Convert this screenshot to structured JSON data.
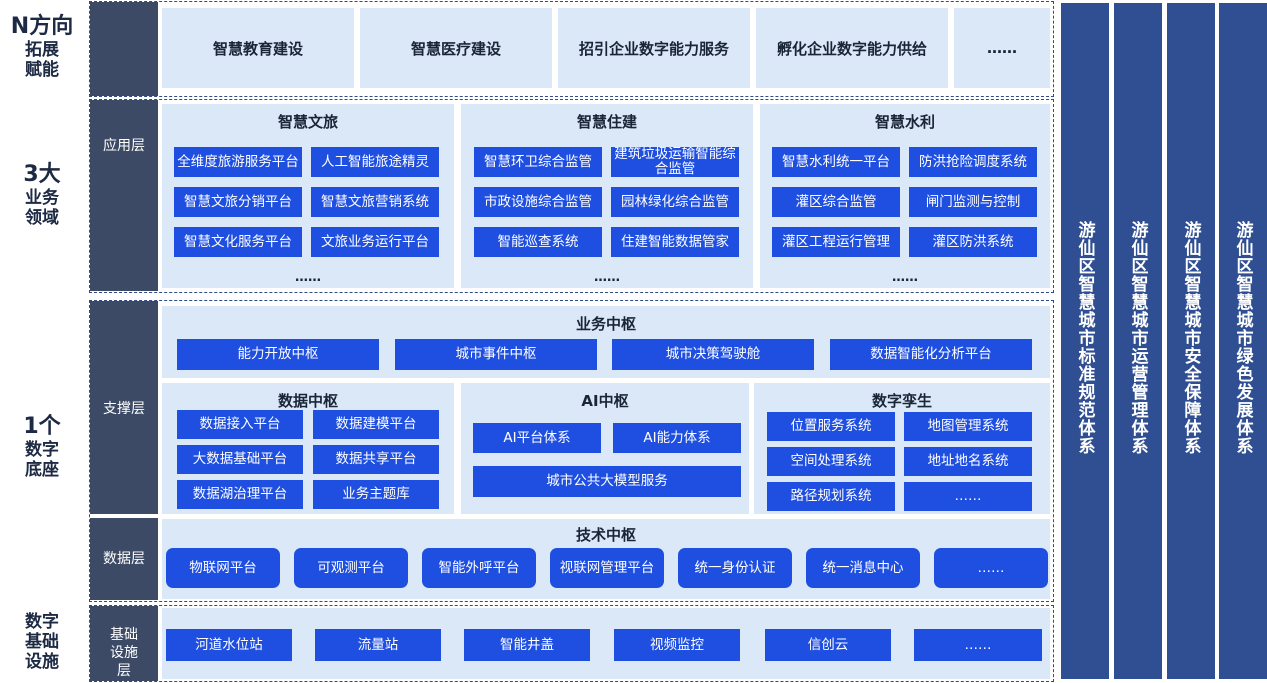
{
  "left_labels": {
    "n": [
      "N方向",
      "拓展",
      "赋能"
    ],
    "three": [
      "3大",
      "业务",
      "领域"
    ],
    "one": [
      "1个",
      "数字",
      "底座"
    ],
    "base": [
      "数字",
      "基础",
      "设施"
    ]
  },
  "layers": {
    "app": "应用层",
    "support": "支撑层",
    "data": "数据层",
    "infra": "基础设施层"
  },
  "top_cards": [
    "智慧教育建设",
    "智慧医疗建设",
    "招引企业数字能力服务",
    "孵化企业数字能力供给",
    "……"
  ],
  "app_sections": {
    "tourism": {
      "title": "智慧文旅",
      "items": [
        "全维度旅游服务平台",
        "人工智能旅途精灵",
        "智慧文旅分销平台",
        "智慧文旅营销系统",
        "智慧文化服务平台",
        "文旅业务运行平台"
      ],
      "more": "……"
    },
    "housing": {
      "title": "智慧住建",
      "items": [
        "智慧环卫综合监管",
        "建筑垃圾运输智能综合监管",
        "市政设施综合监管",
        "园林绿化综合监管",
        "智能巡查系统",
        "住建智能数据管家"
      ],
      "more": "……"
    },
    "water": {
      "title": "智慧水利",
      "items": [
        "智慧水利统一平台",
        "防洪抢险调度系统",
        "灌区综合监管",
        "闸门监测与控制",
        "灌区工程运行管理",
        "灌区防洪系统"
      ],
      "more": "……"
    }
  },
  "business_hub": {
    "title": "业务中枢",
    "items": [
      "能力开放中枢",
      "城市事件中枢",
      "城市决策驾驶舱",
      "数据智能化分析平台"
    ]
  },
  "data_hub": {
    "title": "数据中枢",
    "items": [
      "数据接入平台",
      "数据建模平台",
      "大数据基础平台",
      "数据共享平台",
      "数据湖治理平台",
      "业务主题库"
    ]
  },
  "ai_hub": {
    "title": "AI中枢",
    "items": [
      "AI平台体系",
      "AI能力体系",
      "城市公共大模型服务"
    ]
  },
  "twin": {
    "title": "数字孪生",
    "items": [
      "位置服务系统",
      "地图管理系统",
      "空间处理系统",
      "地址地名系统",
      "路径规划系统",
      "……"
    ]
  },
  "tech_hub": {
    "title": "技术中枢",
    "items": [
      "物联网平台",
      "可观测平台",
      "智能外呼平台",
      "视联网管理平台",
      "统一身份认证",
      "统一消息中心",
      "……"
    ]
  },
  "infra_items": [
    "河道水位站",
    "流量站",
    "智能井盖",
    "视频监控",
    "信创云",
    "……"
  ],
  "systems": [
    "游仙区智慧城市标准规范体系",
    "游仙区智慧城市运营管理体系",
    "游仙区智慧城市安全保障体系",
    "游仙区智慧城市绿色发展体系"
  ],
  "colors": {
    "button_blue": "#1f4fe0",
    "panel_light": "#dbe8f7",
    "navy_side": "#3c4a66",
    "system_blue": "#2f4f92"
  }
}
